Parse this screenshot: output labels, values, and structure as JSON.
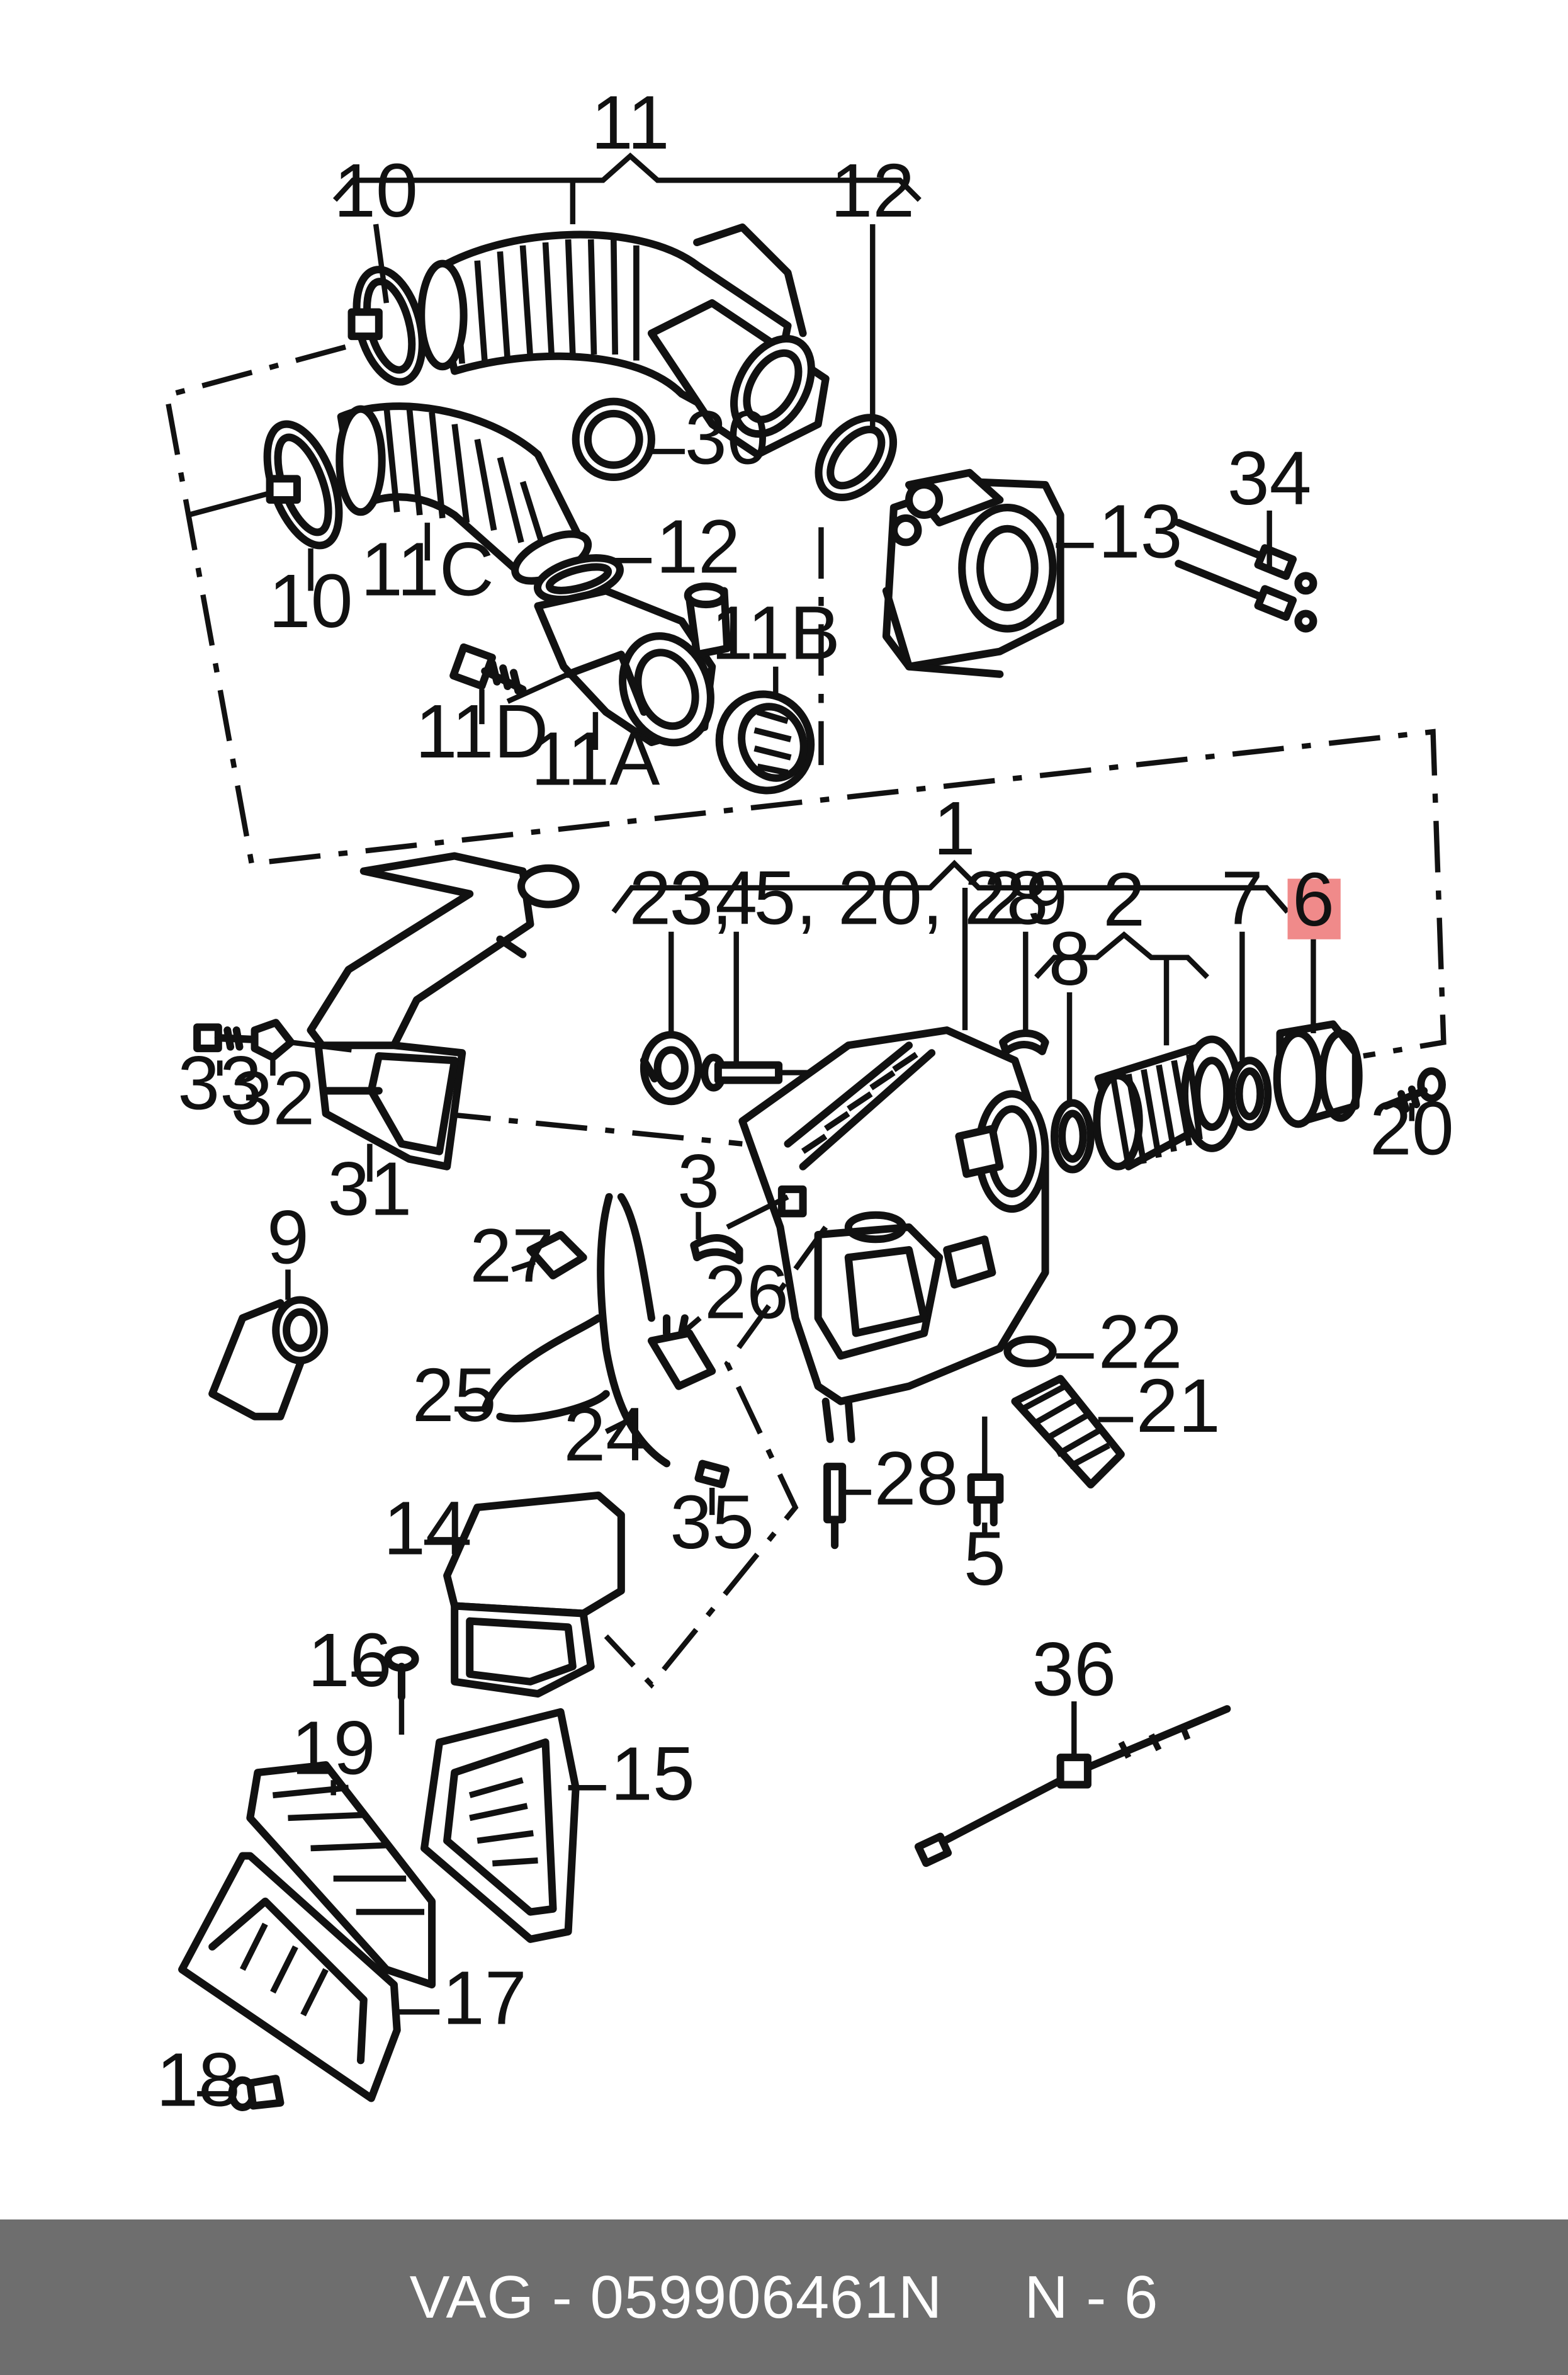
{
  "diagram": {
    "highlight_color": "#f08a8a",
    "highlighted_callout": "6",
    "callouts": {
      "c11": "11",
      "c10a": "10",
      "c12a": "12",
      "c30": "30",
      "c11c": "11C",
      "c10b": "10",
      "c12b": "12",
      "c13": "13",
      "c34": "34",
      "c11d": "11D",
      "c11a": "11A",
      "c11b": "11B",
      "c1": "1",
      "c23": "23",
      "c4": "4",
      "c3_5_20_28": "3, 5, 20, 28",
      "c29": "29",
      "c2": "2",
      "c7": "7",
      "c6": "6",
      "c8": "8",
      "c33": "33",
      "c32": "32",
      "c20": "20",
      "c31": "31",
      "c3": "3",
      "c9": "9",
      "c27": "27",
      "c26": "26",
      "c22": "22",
      "c25": "25",
      "c21": "21",
      "c24": "24",
      "c28": "28",
      "c35": "35",
      "c14": "14",
      "c5": "5",
      "c36": "36",
      "c16": "16",
      "c19": "19",
      "c15": "15",
      "c17": "17",
      "c18": "18"
    }
  },
  "footer": {
    "brand": "VAG",
    "separator": "-",
    "part_number": "059906461N",
    "ref": "N - 6",
    "background_color": "#6e6e6e"
  }
}
